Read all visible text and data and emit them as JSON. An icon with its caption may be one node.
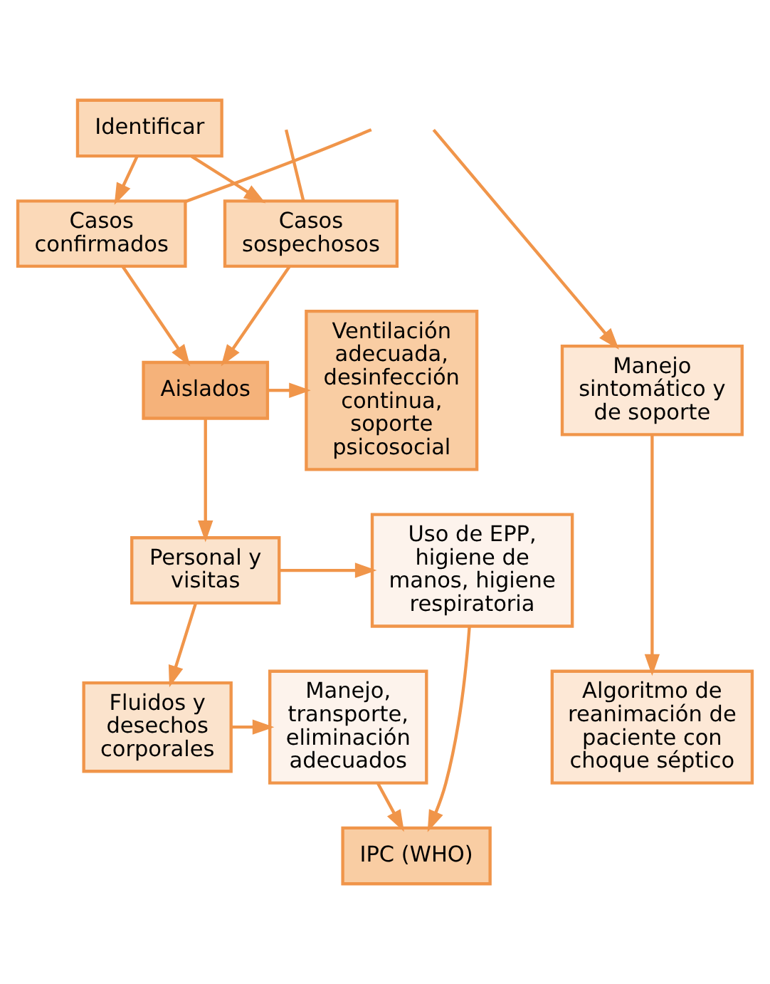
{
  "diagram": {
    "nodes": [
      {
        "text": [
          "Identificar"
        ]
      },
      {
        "text": [
          "Casos confirmados"
        ]
      },
      {
        "text": [
          "Casos sospechosos"
        ]
      },
      {
        "text": [
          "Ventilación adecuada, desinfección continua, soporte psicosocial"
        ]
      },
      {
        "text": [
          "Aislados"
        ]
      },
      {
        "text": [
          "Manejo sintomático y de soporte"
        ]
      },
      {
        "text": [
          "Personal y visitas"
        ]
      },
      {
        "text": [
          "Uso de EPP, higiene de manos, higiene respiratoria"
        ]
      },
      {
        "text": [
          "Algoritmo de reanimación de paciente con choque séptico"
        ]
      },
      {
        "text": [
          "Fluidos y desechos corporales"
        ]
      },
      {
        "text": [
          "Manejo, transporte, eliminación adecuados"
        ]
      },
      {
        "text": [
          "IPC (WHO)"
        ]
      }
    ],
    "edges": [
      {
        "from": 0,
        "to": 1,
        "arrow": "to"
      },
      {
        "from": 0,
        "to": 2,
        "arrow": "to"
      },
      {
        "from": 1,
        "to": null,
        "arrow": "none"
      },
      {
        "from": 2,
        "to": null,
        "arrow": "none"
      },
      {
        "from": null,
        "to": 5,
        "arrow": "to"
      },
      {
        "from": 1,
        "to": 4,
        "arrow": "to"
      },
      {
        "from": 2,
        "to": 4,
        "arrow": "to"
      },
      {
        "from": 4,
        "to": 3,
        "arrow": "to"
      },
      {
        "from": 4,
        "to": 6,
        "arrow": "to"
      },
      {
        "from": 5,
        "to": 8,
        "arrow": "to"
      },
      {
        "from": 6,
        "to": 7,
        "arrow": "to"
      },
      {
        "from": 6,
        "to": 9,
        "arrow": "to"
      },
      {
        "from": 9,
        "to": 10,
        "arrow": "to"
      },
      {
        "from": 7,
        "to": 11,
        "arrow": "to"
      },
      {
        "from": 10,
        "to": 11,
        "arrow": "to"
      }
    ]
  }
}
